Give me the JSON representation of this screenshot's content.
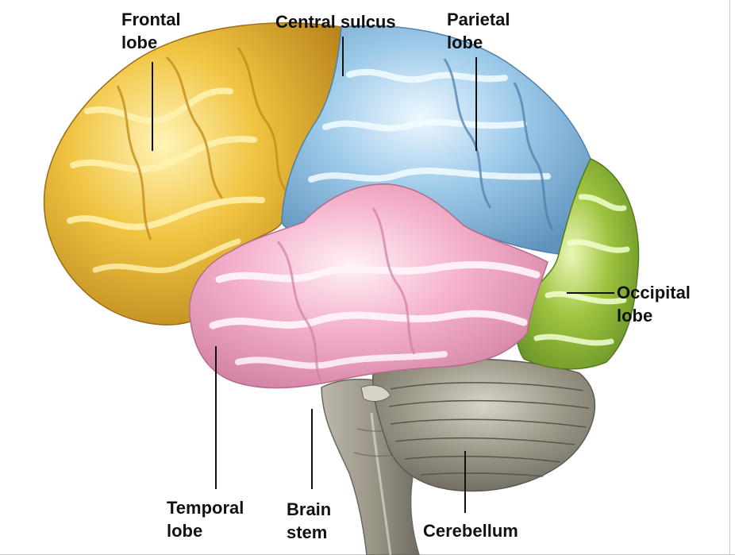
{
  "diagram": {
    "labels": {
      "frontal_lobe": [
        "Frontal",
        "lobe"
      ],
      "central_sulcus": "Central sulcus",
      "parietal_lobe": [
        "Parietal",
        "lobe"
      ],
      "occipital_lobe": [
        "Occipital",
        "lobe"
      ],
      "temporal_lobe": [
        "Temporal",
        "lobe"
      ],
      "brain_stem": [
        "Brain",
        "stem"
      ],
      "cerebellum": "Cerebellum"
    },
    "colors": {
      "frontal_lobe": "#e7b22c",
      "parietal_lobe": "#8fc3e6",
      "occipital_lobe": "#8fb53a",
      "temporal_lobe": "#f2a9c6",
      "cerebellum": "#8f8b7e",
      "brain_stem": "#a7a294",
      "label_text": "#111111"
    }
  }
}
